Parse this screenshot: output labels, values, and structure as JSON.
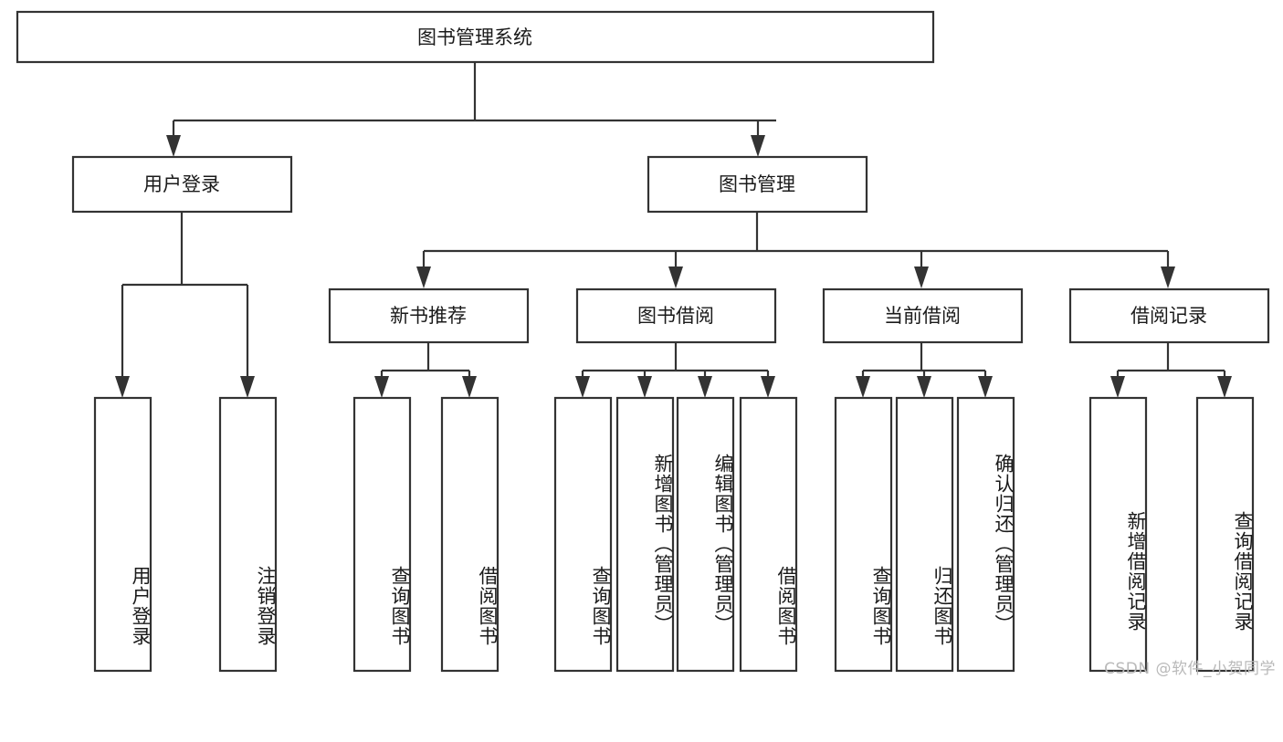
{
  "diagram": {
    "title": "图书管理系统",
    "type": "tree-hierarchy",
    "watermark": "CSDN @软件_小贺同学",
    "root": {
      "id": "root",
      "label": "图书管理系统"
    },
    "level2": [
      {
        "id": "user-login",
        "label": "用户登录"
      },
      {
        "id": "book-manage",
        "label": "图书管理"
      }
    ],
    "level3": [
      {
        "id": "new-book-rec",
        "label": "新书推荐",
        "parent": "book-manage"
      },
      {
        "id": "book-borrow",
        "label": "图书借阅",
        "parent": "book-manage"
      },
      {
        "id": "current-borrow",
        "label": "当前借阅",
        "parent": "book-manage"
      },
      {
        "id": "borrow-record",
        "label": "借阅记录",
        "parent": "book-manage"
      }
    ],
    "leaves": [
      {
        "id": "leaf-user-login",
        "label": "用户登录",
        "parent": "user-login"
      },
      {
        "id": "leaf-logout",
        "label": "注销登录",
        "parent": "user-login"
      },
      {
        "id": "leaf-query-book-1",
        "label": "查询图书",
        "parent": "new-book-rec"
      },
      {
        "id": "leaf-borrow-book-1",
        "label": "借阅图书",
        "parent": "new-book-rec"
      },
      {
        "id": "leaf-query-book-2",
        "label": "查询图书",
        "parent": "book-borrow"
      },
      {
        "id": "leaf-add-book",
        "label": "新增图书（管理员）",
        "parent": "book-borrow"
      },
      {
        "id": "leaf-edit-book",
        "label": "编辑图书（管理员）",
        "parent": "book-borrow"
      },
      {
        "id": "leaf-borrow-book-2",
        "label": "借阅图书",
        "parent": "book-borrow"
      },
      {
        "id": "leaf-query-book-3",
        "label": "查询图书",
        "parent": "current-borrow"
      },
      {
        "id": "leaf-return-book",
        "label": "归还图书",
        "parent": "current-borrow"
      },
      {
        "id": "leaf-confirm-return",
        "label": "确认归还（管理员）",
        "parent": "current-borrow"
      },
      {
        "id": "leaf-add-record",
        "label": "新增借阅记录",
        "parent": "borrow-record"
      },
      {
        "id": "leaf-query-record",
        "label": "查询借阅记录",
        "parent": "borrow-record"
      }
    ],
    "colors": {
      "stroke": "#333333",
      "fill": "#ffffff",
      "text": "#1a1a1a",
      "watermark": "#b9b9b9"
    }
  }
}
